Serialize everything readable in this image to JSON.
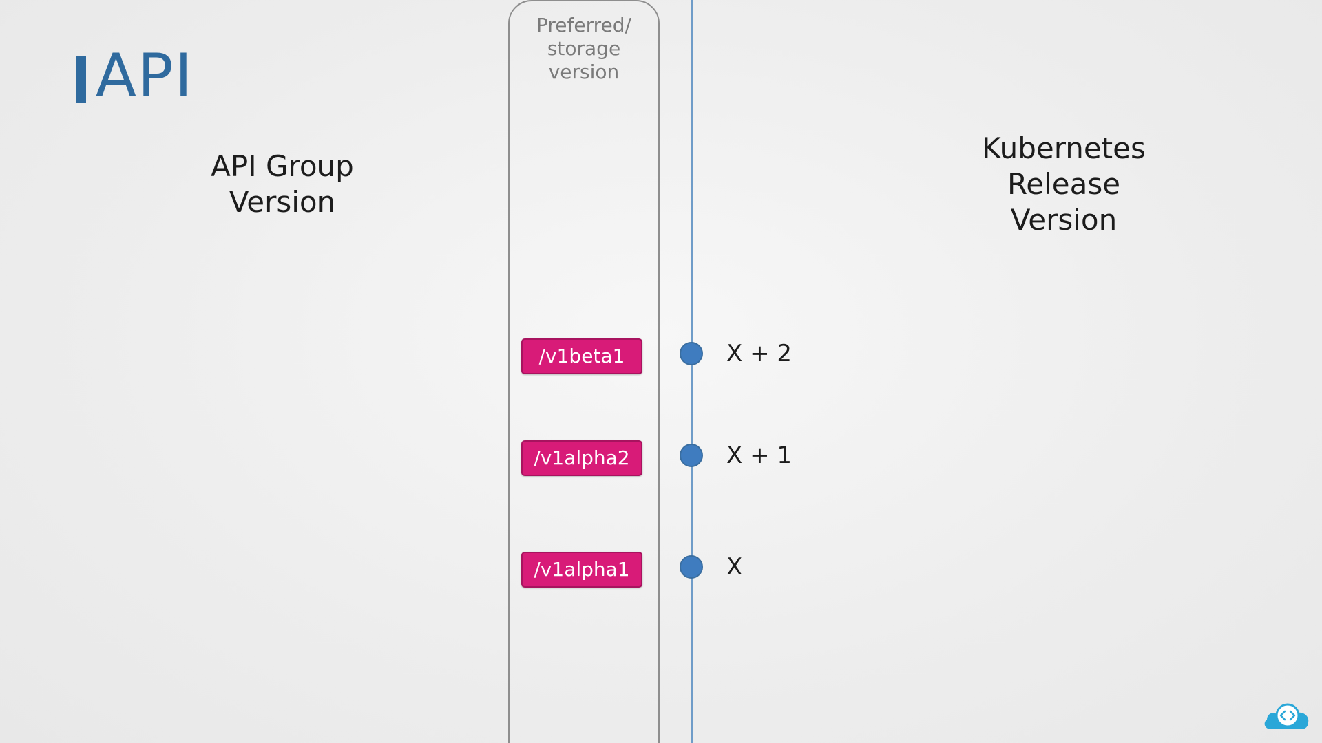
{
  "slide": {
    "title": "API"
  },
  "headings": {
    "api_group_version": "API Group\nVersion",
    "kubernetes_release_version": "Kubernetes\nRelease\nVersion"
  },
  "preferred_column": {
    "label": "Preferred/\nstorage\nversion"
  },
  "rows": [
    {
      "api_version": "/v1beta1",
      "release": "X + 2"
    },
    {
      "api_version": "/v1alpha2",
      "release": "X + 1"
    },
    {
      "api_version": "/v1alpha1",
      "release": "X"
    }
  ],
  "colors": {
    "title_blue": "#2f6a9e",
    "badge_pink": "#d81b78",
    "badge_border": "#a8135f",
    "dot_blue": "#3f7cbf",
    "timeline_blue": "#6f9cc8",
    "column_border": "#8e8e8e",
    "watermark_blue": "#2aa7d8"
  },
  "icons": {
    "watermark": "cloud-code-icon"
  }
}
